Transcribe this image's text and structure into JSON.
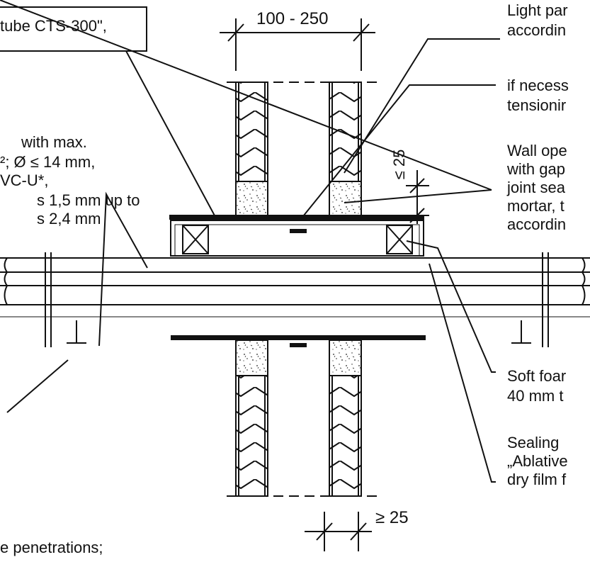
{
  "colors": {
    "line": "#111111",
    "background": "#ffffff"
  },
  "dimensions": {
    "wall_width": "100 - 250",
    "gap_max": "≤ 25",
    "pipe_projection": "≥ 25"
  },
  "labels": {
    "box_text": "tube CTS-300\",",
    "cable_lines": [
      "with max.",
      "²; Ø ≤ 14 mm,",
      "VC-U*,",
      "s 1,5 mm up to",
      "s 2,4 mm"
    ],
    "light_partition": [
      "Light par",
      "accordin"
    ],
    "if_necessary": [
      "if necess",
      "tensionir"
    ],
    "wall_opening": [
      "Wall ope",
      "with gap",
      "joint sea",
      "mortar, t",
      "accordin"
    ],
    "soft_foam": [
      "Soft foar",
      "40 mm t"
    ],
    "sealing": [
      "Sealing",
      "„Ablative",
      "dry film f"
    ],
    "penetrations": "e penetrations;"
  }
}
